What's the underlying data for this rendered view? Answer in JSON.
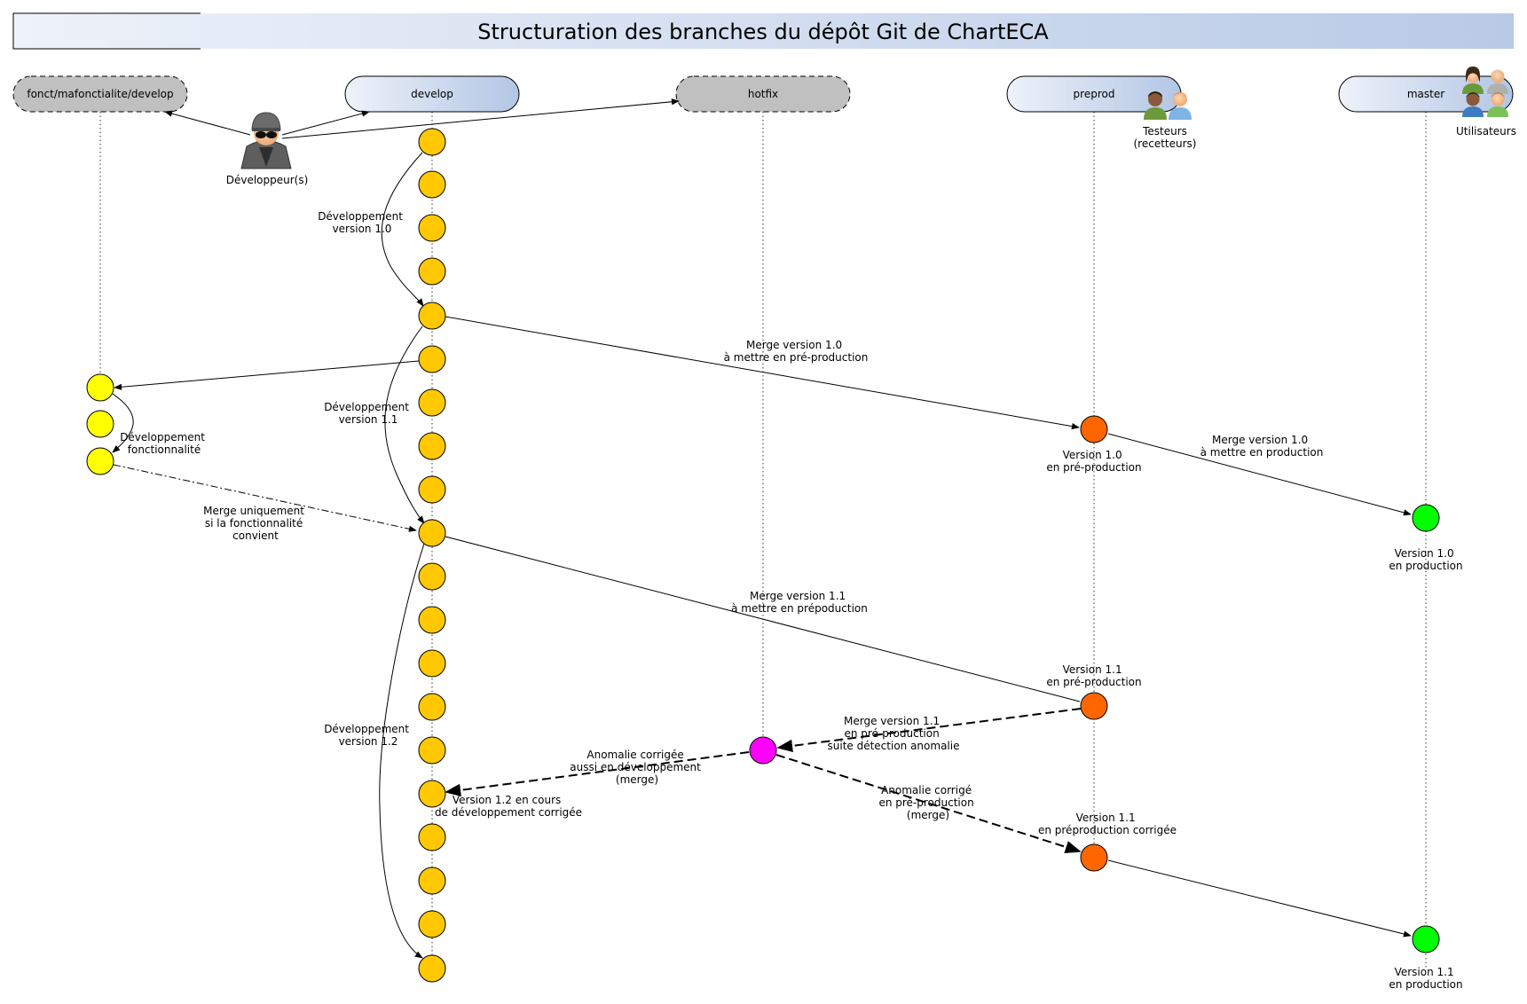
{
  "title": "Structuration des branches du dépôt Git de ChartECA",
  "branches": [
    {
      "id": "feature",
      "label": "fonct/mafonctialite/develop",
      "style": "dashed-gray"
    },
    {
      "id": "develop",
      "label": "develop",
      "style": "gradient-blue"
    },
    {
      "id": "hotfix",
      "label": "hotfix",
      "style": "dashed-gray"
    },
    {
      "id": "preprod",
      "label": "preprod",
      "style": "gradient-blue"
    },
    {
      "id": "master",
      "label": "master",
      "style": "gradient-blue"
    }
  ],
  "actors": {
    "developers": "Développeur(s)",
    "testers_line1": "Testeurs",
    "testers_line2": "(recetteurs)",
    "users": "Utilisateurs"
  },
  "labels": {
    "dev_1_0": [
      "Développement",
      "version 1.0"
    ],
    "dev_1_1": [
      "Développement",
      "version 1.1"
    ],
    "dev_1_2": [
      "Développement",
      "version 1.2"
    ],
    "dev_feature": [
      "Développement",
      "fonctionnalité"
    ],
    "merge_feature": [
      "Merge uniquement",
      "si la fonctionnalité",
      "convient"
    ],
    "merge_1_0_preprod": [
      "Merge version 1.0",
      "à mettre en pré-production"
    ],
    "merge_1_0_prod": [
      "Merge version 1.0",
      "à mettre en production"
    ],
    "merge_1_1_preprod": [
      "Merge version 1.1",
      "à mettre en prépoduction"
    ],
    "v1_0_preprod": [
      "Version 1.0",
      "en pré-production"
    ],
    "v1_0_prod": [
      "Version 1.0",
      "en production"
    ],
    "v1_1_preprod": [
      "Version 1.1",
      "en pré-production"
    ],
    "merge_hotfix": [
      "Merge version 1.1",
      "en pré-production",
      "suite détection anomalie"
    ],
    "anomaly_dev": [
      "Anomalie corrigée",
      "aussi en développement",
      "(merge)"
    ],
    "anomaly_preprod": [
      "Anomalie corrigé",
      "en pré-production",
      "(merge)"
    ],
    "v1_2_dev": [
      "Version 1.2 en cours",
      "de développement corrigée"
    ],
    "v1_1_preprod_fixed": [
      "Version 1.1",
      "en préproduction corrigée"
    ],
    "v1_1_prod": [
      "Version 1.1",
      "en production"
    ]
  },
  "colors": {
    "develop_commit": "#FFC800",
    "feature_commit": "#FFFF00",
    "preprod_commit": "#FF6600",
    "master_commit": "#00FF00",
    "hotfix_commit": "#FF00FF",
    "branch_gray": "#C0C0C0",
    "branch_blue_light": "#E8EEF8",
    "branch_blue_dark": "#B8C9E4"
  }
}
